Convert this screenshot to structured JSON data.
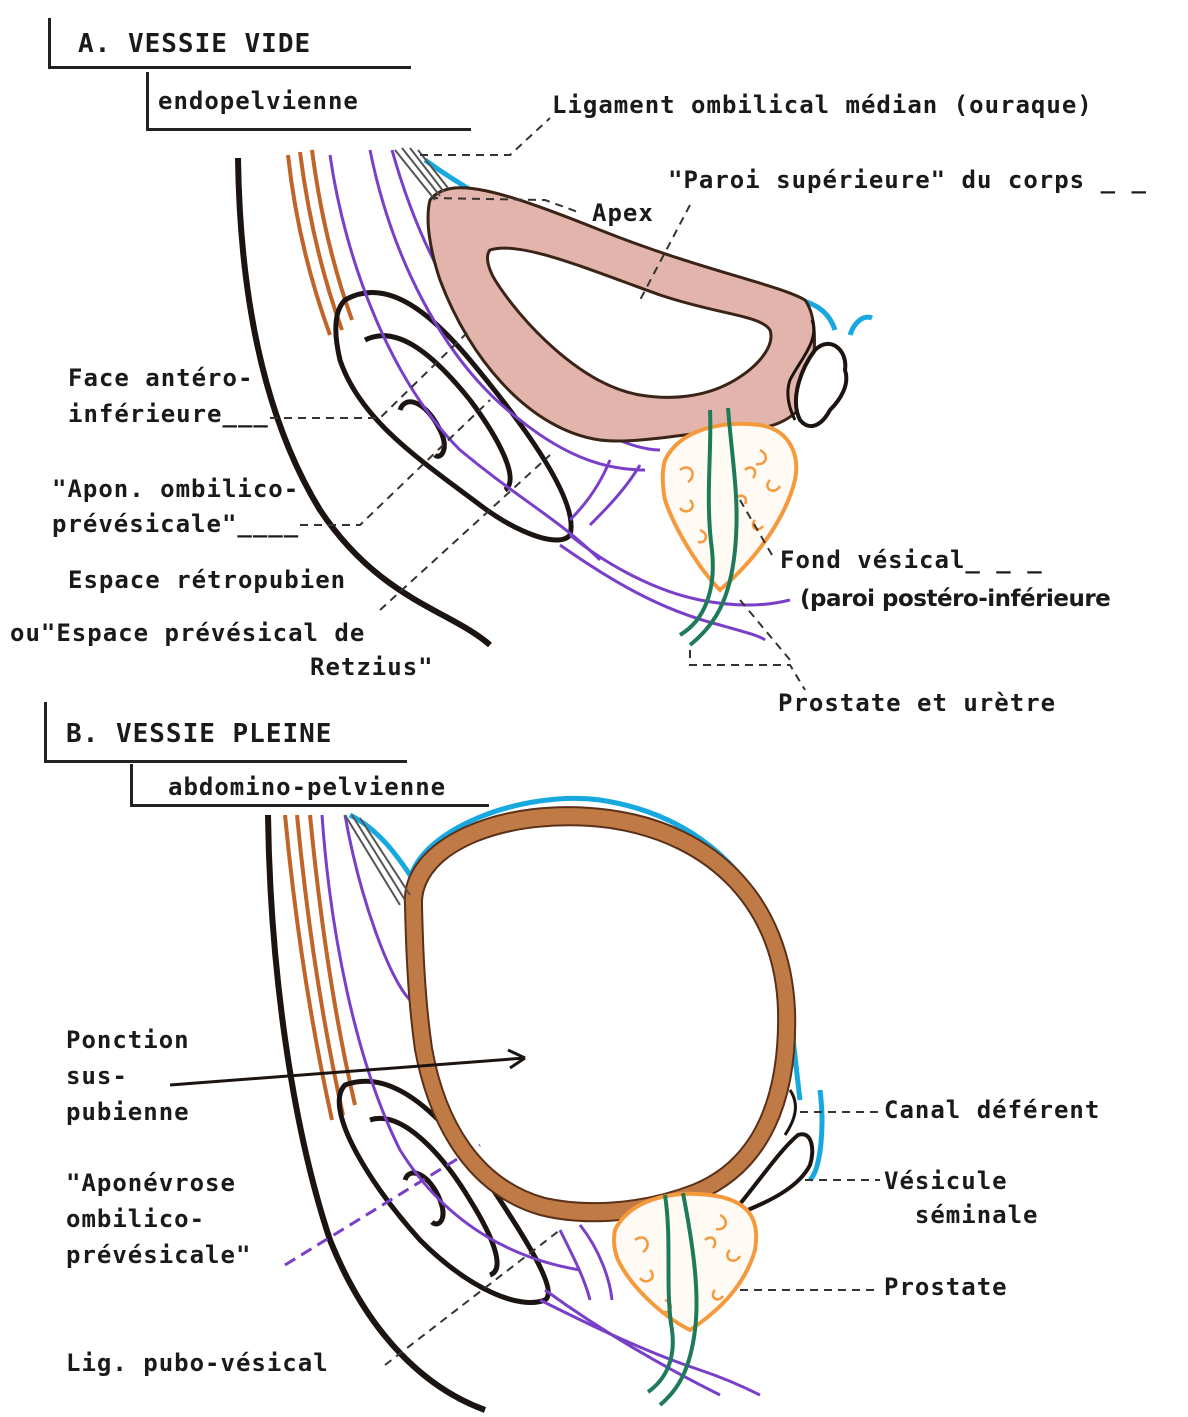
{
  "panel_a": {
    "title": "A.    VESSIE VIDE",
    "subtitle": "endopelvienne",
    "labels": {
      "ligament": "Ligament ombilical médian (ouraque)",
      "paroi": "\"Paroi supérieure\" du corps _ _",
      "apex": "Apex",
      "face": "Face antéro-\ninférieure___",
      "apon": "\"Apon. ombilico-\nprévésicale\"____",
      "espace1": "Espace rétropubien",
      "espace2": "ou\"Espace prévésical de",
      "espace3": "Retzius\"",
      "fond1": "Fond vésical_ _ _",
      "fond2": "(paroi postéro-inférieure",
      "prostate": "Prostate et urètre"
    }
  },
  "panel_b": {
    "title": "B.    VESSIE PLEINE",
    "subtitle": "abdomino-pelvienne",
    "labels": {
      "ponction": "Ponction\nsus-\npubienne",
      "aponevrose": "\"Aponévrose\nombilico-\nprévésicale\"",
      "lig": "Lig. pubo-vésical",
      "canal": "Canal déférent",
      "vesicule": "Vésicule\n  séminale",
      "prostate": "Prostate"
    }
  },
  "colors": {
    "brown": "#c0652a",
    "purple": "#7a3fc9",
    "blue": "#18a8e0",
    "pink": "#e3b4ab",
    "orange": "#f59a3c",
    "green": "#1e7a5a",
    "black": "#1c1410"
  }
}
